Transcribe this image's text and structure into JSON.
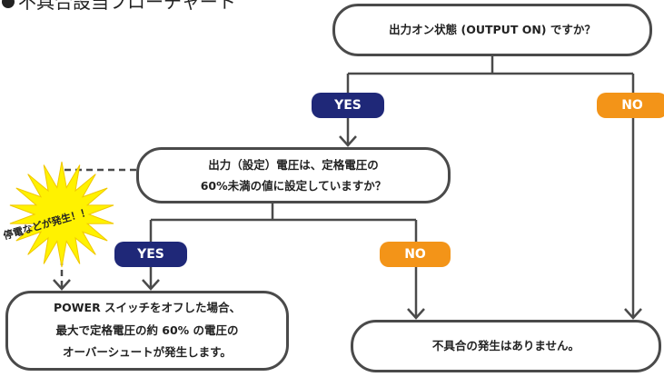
{
  "page": {
    "title": "不具合設当フローチャート"
  },
  "flowchart": {
    "question1": "出力オン状態 (OUTPUT ON) ですか？",
    "question2_line1": "出力（設定）電圧は、定格電圧の",
    "question2_line2": "60%未満の値に設定していますか？",
    "yes_label": "YES",
    "no_label": "NO",
    "result_problem_line1": "POWER スイッチをオフした場合、",
    "result_problem_line2": "最大で定格電圧の約 60% の電圧の",
    "result_problem_line3": "オーバーシュートが発生します。",
    "result_ok": "不具合の発生はありません。",
    "burst_text": "停電などが発生！！"
  },
  "colors": {
    "yes_fill": "#1f2878",
    "no_fill": "#f39418",
    "line": "#4a4a4a",
    "burst_fill": "#fff200"
  }
}
